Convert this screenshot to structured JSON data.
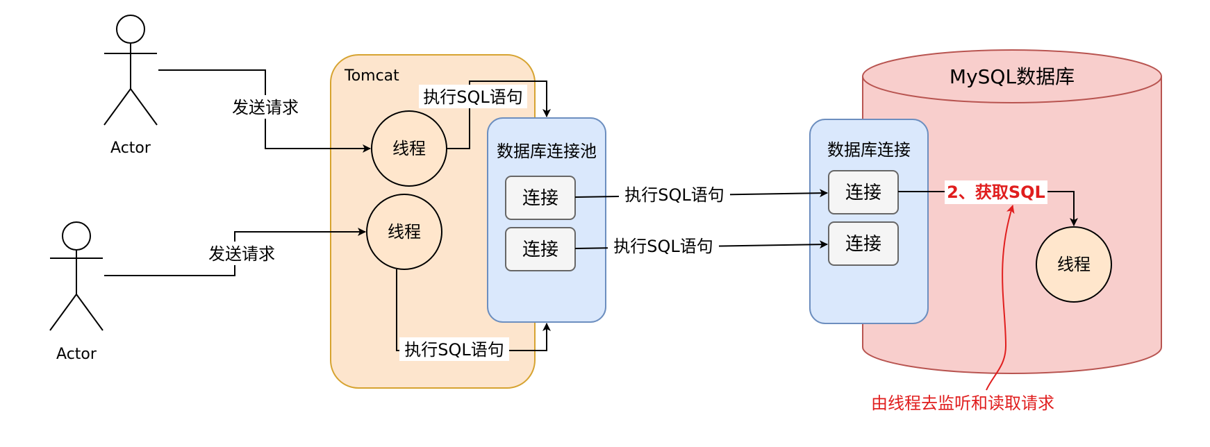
{
  "actors": [
    {
      "label": "Actor"
    },
    {
      "label": "Actor"
    }
  ],
  "tomcat": {
    "label": "Tomcat"
  },
  "threads": {
    "top": "线程",
    "bottom": "线程",
    "mysql": "线程"
  },
  "pool": {
    "title": "数据库连接池",
    "connections": [
      "连接",
      "连接"
    ]
  },
  "db_connection": {
    "title": "数据库连接",
    "connections": [
      "连接",
      "连接"
    ]
  },
  "mysql": {
    "label": "MySQL数据库"
  },
  "edges": {
    "send_request_1": "发送请求",
    "send_request_2": "发送请求",
    "exec_sql_top": "执行SQL语句",
    "exec_sql_bottom": "执行SQL语句",
    "exec_sql_conn1": "执行SQL语句",
    "exec_sql_conn2": "执行SQL语句",
    "get_sql": "2、获取SQL"
  },
  "annotation": {
    "text": "由线程去监听和读取请求"
  },
  "colors": {
    "tomcat_fill": "#fde5cd",
    "tomcat_stroke": "#d6a330",
    "pool_fill": "#dae8fc",
    "pool_stroke": "#6c8ebf",
    "conn_fill": "#f5f5f5",
    "conn_stroke": "#666666",
    "mysql_fill": "#f8cecc",
    "mysql_stroke": "#b85450",
    "thread_fill": "#ffe6cc",
    "annotation": "#e01e1e"
  }
}
